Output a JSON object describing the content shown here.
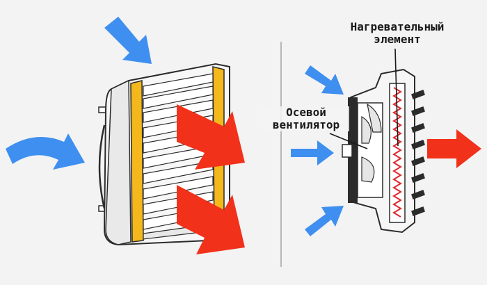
{
  "labels": {
    "heating_element": {
      "line1": "Нагревательный",
      "line2": "элемент"
    },
    "axial_fan": {
      "line1": "Осевой",
      "line2": "вентилятор"
    }
  },
  "colors": {
    "background": "#f3f3f3",
    "air_intake_arrow": "#3e8ff0",
    "hot_air_arrow": "#f2311a",
    "frame_accent": "#f4b81c",
    "heating_coil": "#e3262e",
    "outline": "#2b2b2b",
    "divider": "#9a9a9a"
  }
}
